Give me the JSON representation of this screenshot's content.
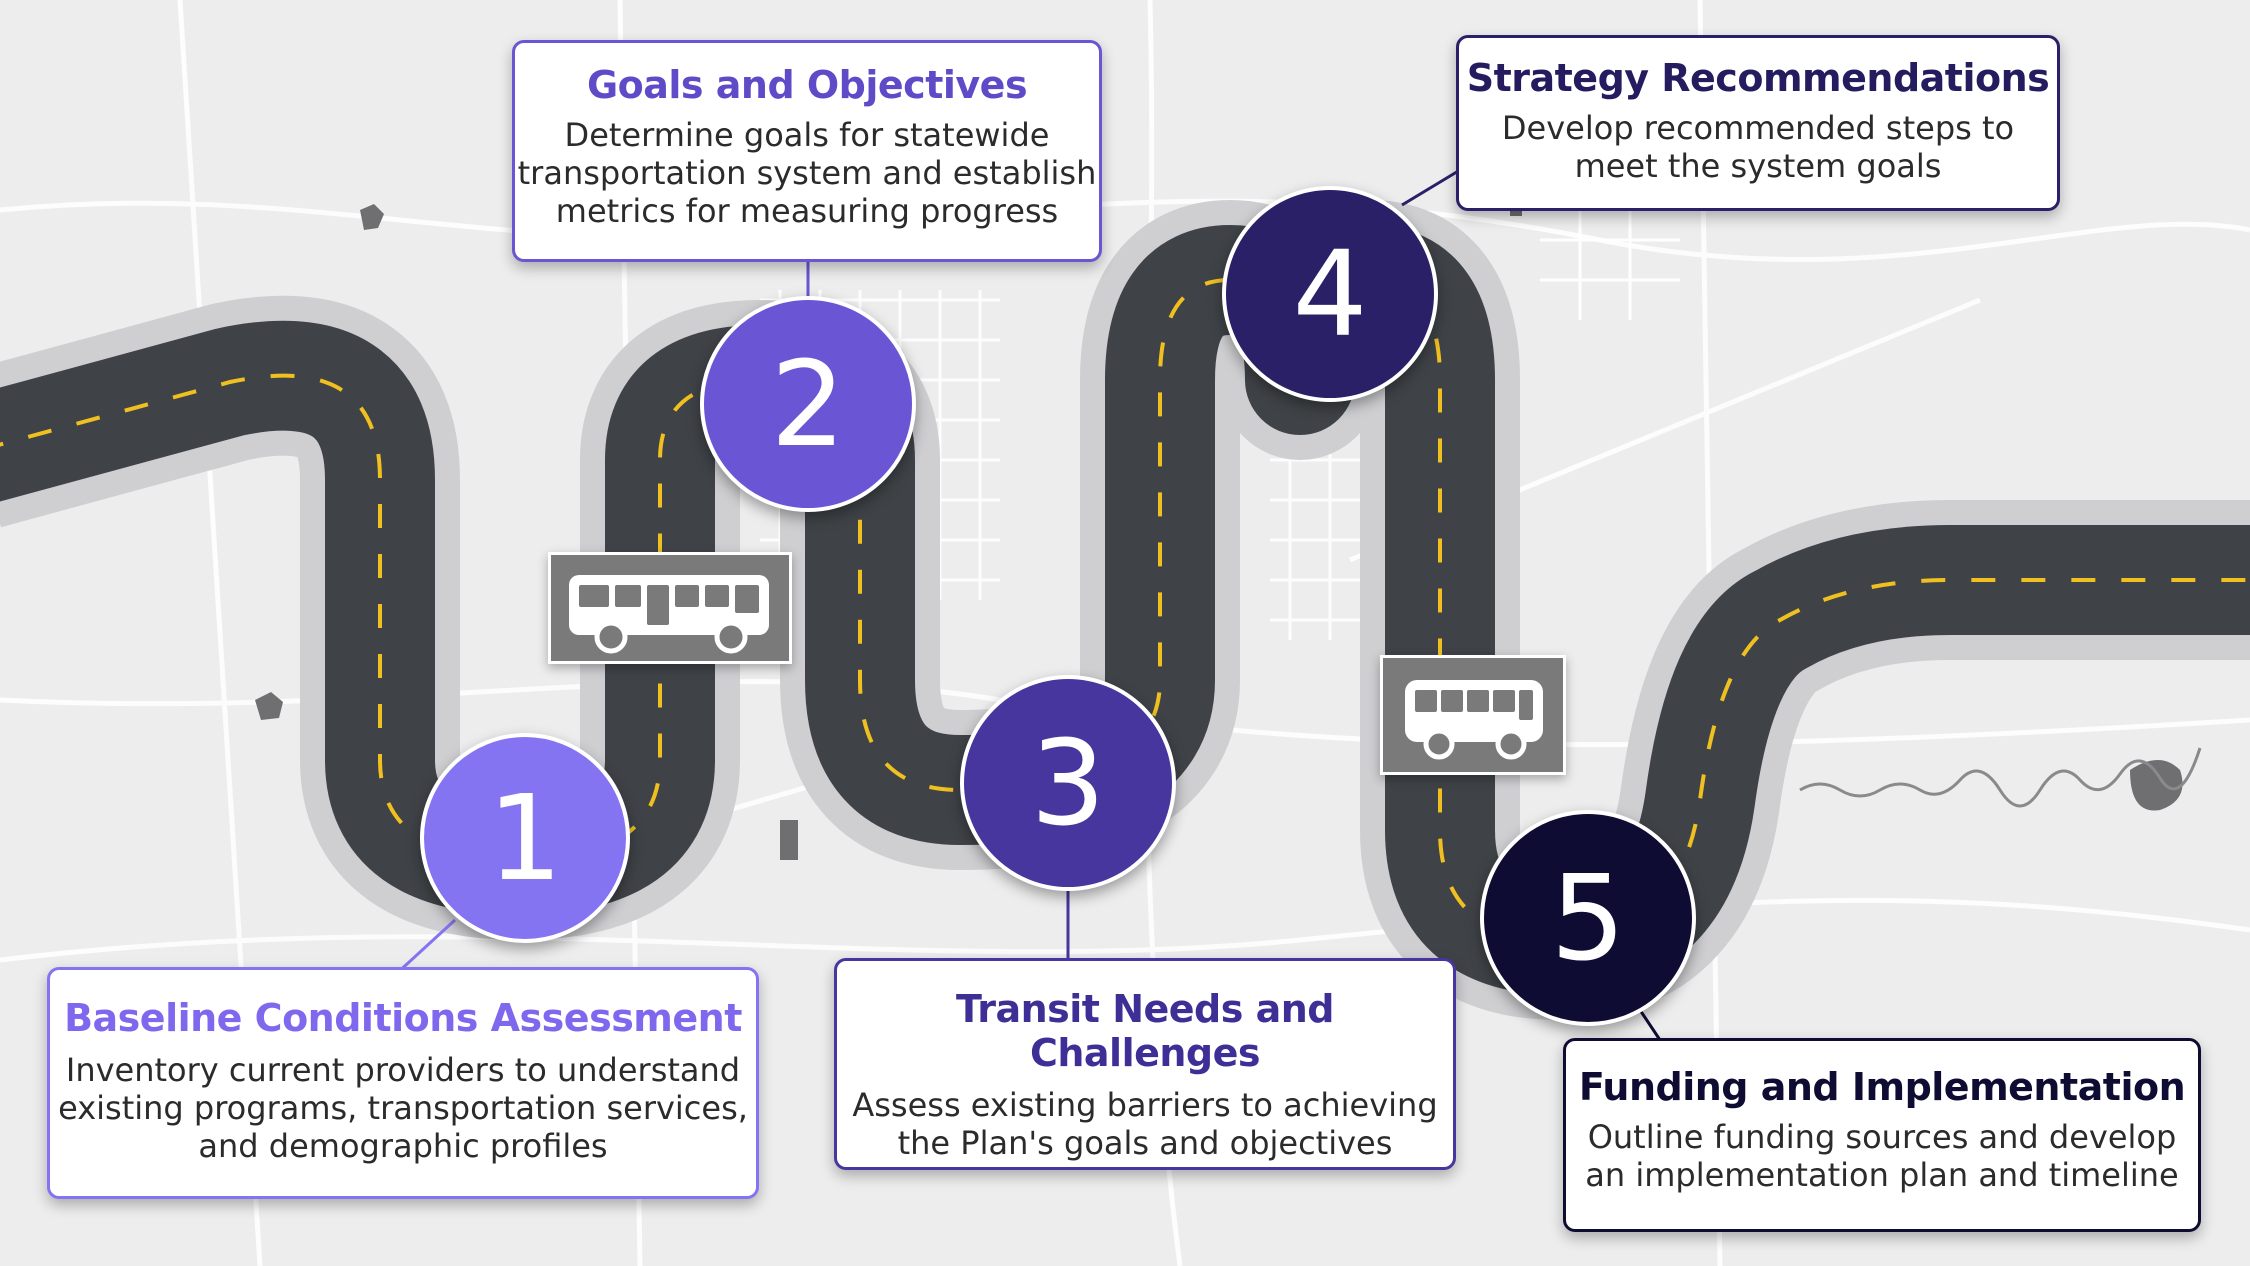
{
  "steps": [
    {
      "number": "1",
      "title": "Baseline Conditions Assessment",
      "desc": [
        "Inventory current providers to understand",
        "existing programs, transportation services,",
        "and demographic profiles"
      ],
      "color": "#8574f2",
      "title_color": "#8068ee"
    },
    {
      "number": "2",
      "title": "Goals and Objectives",
      "desc": [
        "Determine goals for statewide",
        "transportation system and establish",
        "metrics for measuring progress"
      ],
      "color": "#6a55d4",
      "title_color": "#5f4bc8"
    },
    {
      "number": "3",
      "title": "Transit Needs and Challenges",
      "desc": [
        "Assess existing barriers to achieving",
        "the Plan's goals and objectives"
      ],
      "color": "#46369e",
      "title_color": "#3e2f96"
    },
    {
      "number": "4",
      "title": "Strategy Recommendations",
      "desc": [
        "Develop recommended steps to",
        "meet the system goals"
      ],
      "color": "#2a2068",
      "title_color": "#241c5e"
    },
    {
      "number": "5",
      "title": "Funding and Implementation",
      "desc": [
        "Outline funding sources and develop",
        "an implementation plan and timeline"
      ],
      "color": "#0f0c33",
      "title_color": "#0f0c33"
    }
  ],
  "icons": {
    "bus_1": "bus-icon",
    "bus_2": "bus-icon"
  },
  "colors": {
    "road": "#3f4347",
    "road_edge": "#d3d3d5",
    "lane_marking": "#f0c020",
    "background": "#ededee"
  }
}
